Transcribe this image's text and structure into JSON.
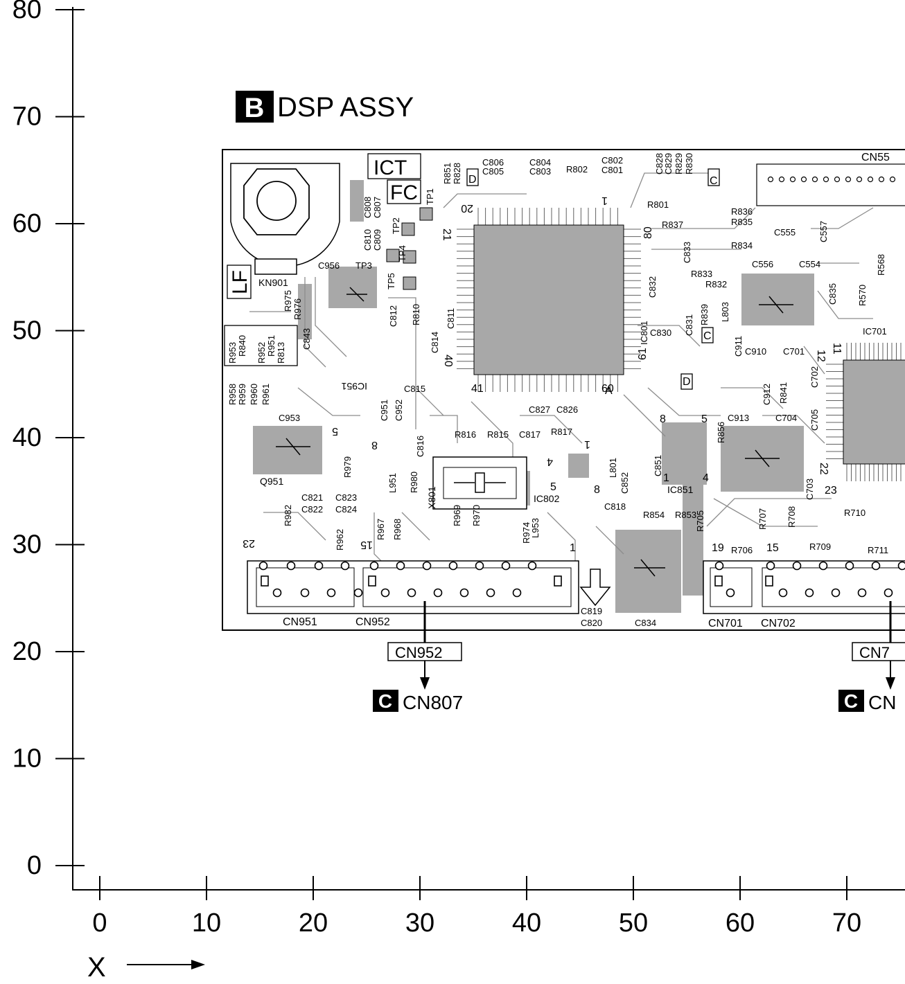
{
  "y_axis": {
    "ticks": [
      "0",
      "10",
      "20",
      "30",
      "40",
      "50",
      "60",
      "70",
      "80"
    ]
  },
  "x_axis": {
    "ticks": [
      "0",
      "10",
      "20",
      "30",
      "40",
      "50",
      "60",
      "70"
    ],
    "label": "X"
  },
  "assembly": {
    "marker": "B",
    "title": "DSP ASSY"
  },
  "board_labels": {
    "ict": "ICT",
    "fc": "FC",
    "lf": "LF",
    "kn901": "KN901",
    "q951": "Q951",
    "ic802": "IC802",
    "ic851": "IC851",
    "ic701": "IC701",
    "ic951": "IC951",
    "x801": "X801",
    "cn55x": "CN55"
  },
  "component_labels": [
    "C806",
    "C805",
    "C804",
    "C803",
    "C802",
    "C801",
    "R802",
    "C828",
    "C829",
    "R829",
    "R830",
    "R851",
    "R828",
    "C808",
    "C807",
    "C810",
    "C809",
    "TP1",
    "TP2",
    "TP3",
    "TP4",
    "TP5",
    "C956",
    "R975",
    "R976",
    "R953",
    "R840",
    "R952",
    "R951",
    "R813",
    "C843",
    "R958",
    "R959",
    "R960",
    "R961",
    "C953",
    "C951",
    "C952",
    "C815",
    "C812",
    "R810",
    "C811",
    "C814",
    "R801",
    "R837",
    "R836",
    "R835",
    "R834",
    "R833",
    "R832",
    "C832",
    "C833",
    "C555",
    "C557",
    "C556",
    "C554",
    "R568",
    "R570",
    "C835",
    "C830",
    "C831",
    "R839",
    "L803",
    "IC801",
    "C911",
    "C910",
    "C701",
    "C702",
    "C705",
    "C704",
    "R841",
    "C912",
    "C913",
    "R856",
    "C851",
    "L801",
    "C852",
    "R854",
    "R853",
    "C818",
    "C827",
    "C826",
    "R816",
    "R815",
    "C817",
    "R817",
    "C816",
    "R980",
    "L951",
    "R979",
    "C821",
    "C822",
    "C823",
    "C824",
    "R982",
    "R962",
    "R967",
    "R968",
    "R969",
    "R970",
    "R974",
    "L953",
    "C703",
    "R705",
    "R707",
    "R708",
    "R710",
    "R706",
    "R709",
    "R711",
    "C819",
    "C820",
    "C834"
  ],
  "pin_labels": [
    "20",
    "1",
    "21",
    "80",
    "40",
    "41",
    "60",
    "61",
    "1",
    "8",
    "5",
    "4",
    "5",
    "8",
    "1",
    "4",
    "5",
    "8",
    "22",
    "23",
    "12",
    "11",
    "23",
    "15",
    "1",
    "19",
    "15",
    "A",
    "C",
    "D",
    "D",
    "C"
  ],
  "connectors": {
    "cn951": "CN951",
    "cn952": "CN952",
    "cn701": "CN701",
    "cn702": "CN702"
  },
  "callouts": {
    "left": {
      "box": "CN952",
      "marker": "C",
      "target": "CN807"
    },
    "right": {
      "box": "CN7",
      "marker": "C",
      "target": "CN"
    }
  }
}
